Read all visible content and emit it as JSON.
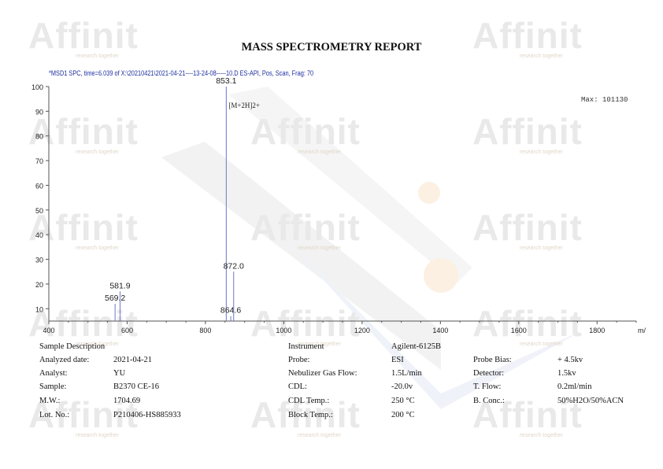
{
  "watermark": {
    "brand": "Affinit",
    "tagline": "research together"
  },
  "report": {
    "title": "MASS SPECTROMETRY REPORT"
  },
  "chart_data": {
    "type": "bar",
    "header": "*MSD1 SPC, time=6.039 of X:\\20210421\\2021-04-21----13-24-08-----10.D    ES-API, Pos, Scan, Frag: 70",
    "max_label": "Max: 101130",
    "xlabel": "m/",
    "xlim": [
      400,
      1900
    ],
    "ylim": [
      5,
      100
    ],
    "xticks": [
      400,
      600,
      800,
      1000,
      1200,
      1400,
      1600,
      1800
    ],
    "yticks": [
      10,
      20,
      30,
      40,
      50,
      60,
      70,
      80,
      90,
      100
    ],
    "peaks": [
      {
        "mz": 569.2,
        "intensity": 12,
        "label": "569.2"
      },
      {
        "mz": 581.9,
        "intensity": 17,
        "label": "581.9"
      },
      {
        "mz": 853.1,
        "intensity": 100,
        "label": "853.1"
      },
      {
        "mz": 864.6,
        "intensity": 7,
        "label": "864.6"
      },
      {
        "mz": 872.0,
        "intensity": 25,
        "label": "872.0"
      }
    ],
    "annotations": [
      {
        "mz": 853.1,
        "text": "[M+2H]2+"
      }
    ],
    "colors": {
      "line": "#6b78c8",
      "axis": "#555555",
      "header": "#1f2fa0"
    }
  },
  "sample": {
    "heading": "Sample Description",
    "rows": [
      {
        "label": "Analyzed date:",
        "value": "2021-04-21"
      },
      {
        "label": "Analyst:",
        "value": "YU"
      },
      {
        "label": "Sample:",
        "value": "B2370 CE-16"
      },
      {
        "label": "M.W.:",
        "value": "1704.69"
      },
      {
        "label": "Lot. No.:",
        "value": "P210406-HS885933"
      }
    ]
  },
  "instrument": {
    "heading": "Instrument",
    "model": "Agilent-6125B",
    "rows": [
      {
        "label": "Probe:",
        "value": "ESI"
      },
      {
        "label": "Nebulizer Gas Flow:",
        "value": "1.5L/min"
      },
      {
        "label": "CDL:",
        "value": "-20.0v"
      },
      {
        "label": "CDL Temp.:",
        "value": "250 °C"
      },
      {
        "label": "Block Temp.:",
        "value": "200 °C"
      }
    ],
    "extra": [
      {
        "label": "Probe Bias:",
        "value": "+ 4.5kv"
      },
      {
        "label": "Detector:",
        "value": "1.5kv"
      },
      {
        "label": "T. Flow:",
        "value": "0.2ml/min"
      },
      {
        "label": "B. Conc.:",
        "value": "50%H2O/50%ACN"
      }
    ]
  }
}
